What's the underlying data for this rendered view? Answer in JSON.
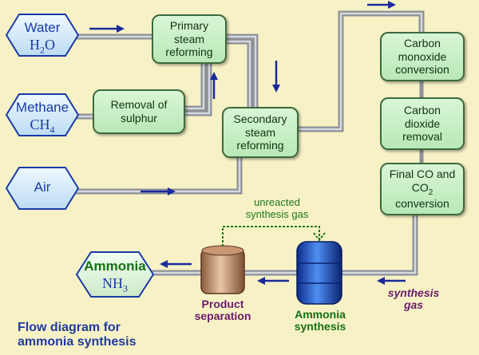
{
  "title": "Flow diagram for ammonia synthesis",
  "title_lines": [
    "Flow diagram for",
    "ammonia synthesis"
  ],
  "inputs": {
    "water": {
      "name": "Water",
      "formula_base": "H",
      "formula_sub": "2",
      "formula_tail": "O"
    },
    "methane": {
      "name": "Methane",
      "formula_base": "CH",
      "formula_sub": "4",
      "formula_tail": ""
    },
    "air": {
      "name": "Air"
    }
  },
  "output": {
    "name": "Ammonia",
    "formula_base": "NH",
    "formula_sub": "3"
  },
  "processes": {
    "primary": "Primary steam reforming",
    "sulphur": "Removal of sulphur",
    "secondary": "Secondary steam reforming",
    "co_conversion": "Carbon monoxide conversion",
    "co2_removal": "Carbon dioxide removal",
    "final_pre": "Final CO and CO",
    "final_sub": "2",
    "final_post": "conversion"
  },
  "units": {
    "product_separation": [
      "Product",
      "separation"
    ],
    "ammonia_synthesis": [
      "Ammonia",
      "synthesis"
    ]
  },
  "recycle_label": [
    "unreacted",
    "synthesis gas"
  ],
  "synthesis_gas_label": [
    "synthesis",
    "gas"
  ],
  "colors": {
    "background": "#f7f2c6",
    "hex_fill": "#d7ecfa",
    "hex_border": "#1a3aa8",
    "process_fill": "#c4edc1",
    "arrow": "#1a2a9a",
    "pipe": "#9ea2a8",
    "separation_label": "#6b1a6b",
    "synthesis_label": "#137013",
    "recycle": "#1b7a1b"
  }
}
